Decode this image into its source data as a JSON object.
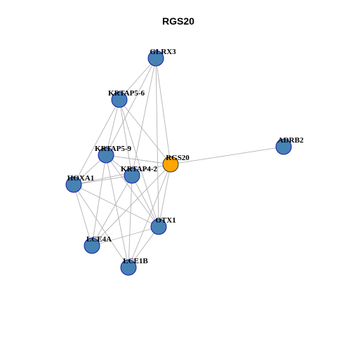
{
  "title": "RGS20",
  "colors": {
    "node_fill": "#4682b4",
    "node_stroke": "#1a1aa6",
    "focus_fill": "#ffa500",
    "focus_stroke": "#333333",
    "edge": "#b3b3b3"
  },
  "nodes": [
    {
      "id": "GLRX3",
      "label": "GLRX3",
      "focus": false
    },
    {
      "id": "KRTAP5-6",
      "label": "KRTAP5-6",
      "focus": false
    },
    {
      "id": "KRTAP5-9",
      "label": "KRTAP5-9",
      "focus": false
    },
    {
      "id": "RGS20",
      "label": "RGS20",
      "focus": true
    },
    {
      "id": "ADRB2",
      "label": "ADRB2",
      "focus": false
    },
    {
      "id": "KRTAP4-2",
      "label": "KRTAP4-2",
      "focus": false
    },
    {
      "id": "HOXA1",
      "label": "HOXA1",
      "focus": false
    },
    {
      "id": "OTX1",
      "label": "OTX1",
      "focus": false
    },
    {
      "id": "LCE4A",
      "label": "LCE4A",
      "focus": false
    },
    {
      "id": "LCE1B",
      "label": "LCE1B",
      "focus": false
    }
  ],
  "edges": [
    [
      "RGS20",
      "ADRB2"
    ],
    [
      "RGS20",
      "GLRX3"
    ],
    [
      "RGS20",
      "KRTAP5-6"
    ],
    [
      "RGS20",
      "KRTAP5-9"
    ],
    [
      "RGS20",
      "HOXA1"
    ],
    [
      "RGS20",
      "OTX1"
    ],
    [
      "RGS20",
      "LCE4A"
    ],
    [
      "RGS20",
      "LCE1B"
    ],
    [
      "GLRX3",
      "KRTAP5-6"
    ],
    [
      "GLRX3",
      "KRTAP5-9"
    ],
    [
      "GLRX3",
      "KRTAP4-2"
    ],
    [
      "GLRX3",
      "OTX1"
    ],
    [
      "KRTAP5-6",
      "KRTAP5-9"
    ],
    [
      "KRTAP5-6",
      "KRTAP4-2"
    ],
    [
      "KRTAP5-6",
      "HOXA1"
    ],
    [
      "KRTAP5-6",
      "OTX1"
    ],
    [
      "KRTAP5-9",
      "KRTAP4-2"
    ],
    [
      "KRTAP5-9",
      "HOXA1"
    ],
    [
      "KRTAP5-9",
      "OTX1"
    ],
    [
      "KRTAP5-9",
      "LCE4A"
    ],
    [
      "KRTAP5-9",
      "LCE1B"
    ],
    [
      "KRTAP4-2",
      "HOXA1"
    ],
    [
      "KRTAP4-2",
      "OTX1"
    ],
    [
      "KRTAP4-2",
      "LCE4A"
    ],
    [
      "KRTAP4-2",
      "LCE1B"
    ],
    [
      "HOXA1",
      "LCE4A"
    ],
    [
      "HOXA1",
      "LCE1B"
    ],
    [
      "HOXA1",
      "OTX1"
    ],
    [
      "OTX1",
      "LCE4A"
    ],
    [
      "OTX1",
      "LCE1B"
    ]
  ]
}
